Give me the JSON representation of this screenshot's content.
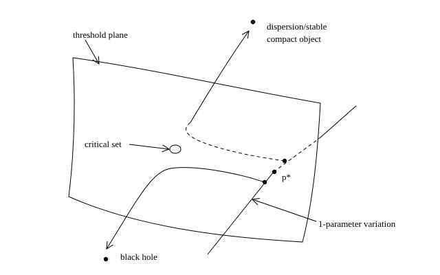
{
  "labels": {
    "threshold_plane": "threshold plane",
    "dispersion_line1": "dispersion/stable",
    "dispersion_line2": "compact object",
    "critical_set": "critical set",
    "p_star": "p*",
    "one_parameter_variation": "1-parameter variation",
    "black_hole": "black hole"
  },
  "colors": {
    "ink": "#000000",
    "background": "#ffffff"
  }
}
